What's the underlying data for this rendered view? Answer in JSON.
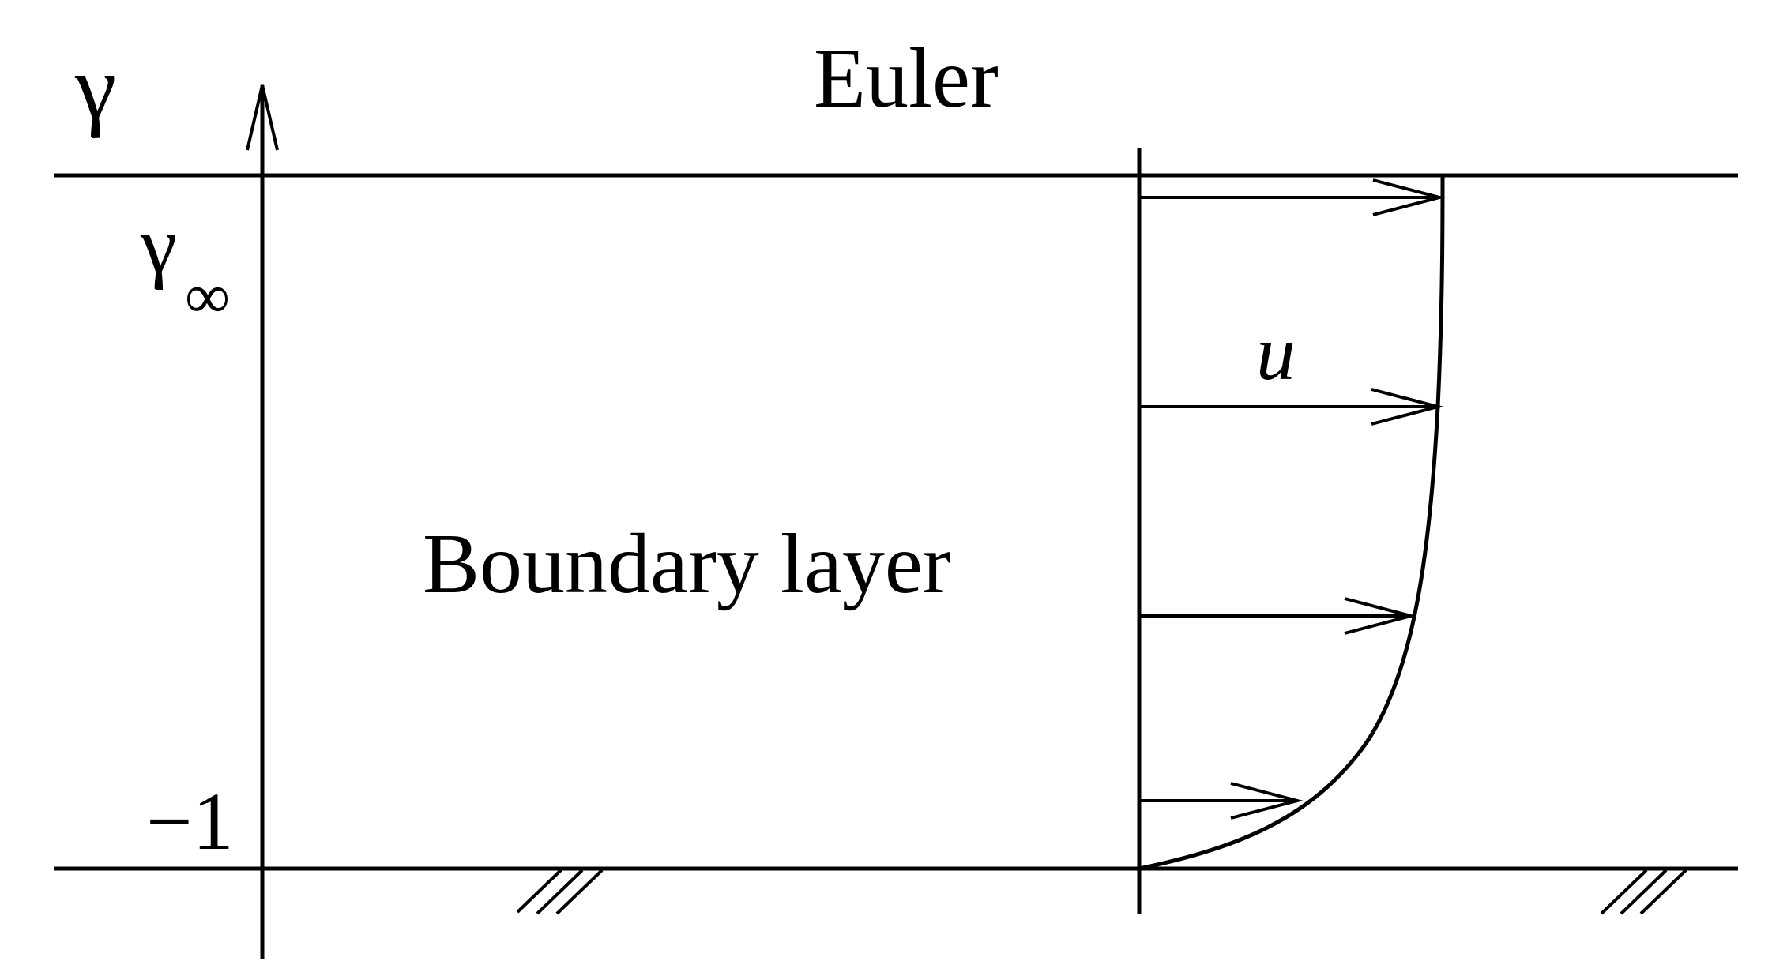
{
  "labels": {
    "axis_symbol": "γ",
    "gamma_inf_base": "γ",
    "gamma_inf_sub": "∞",
    "minus_one": "−1",
    "euler": "Euler",
    "boundary_layer": "Boundary layer",
    "velocity": "u"
  },
  "colors": {
    "ink": "#000000",
    "background": "#ffffff"
  },
  "velocity_profile": {
    "arrow_count": 4,
    "shape": "boundary-layer profile rising from zero at wall to free-stream at top"
  },
  "icons": [
    "wall-hatch-icon",
    "wall-hatch-icon",
    "vertical-axis-arrow-icon",
    "velocity-arrow-icon"
  ]
}
